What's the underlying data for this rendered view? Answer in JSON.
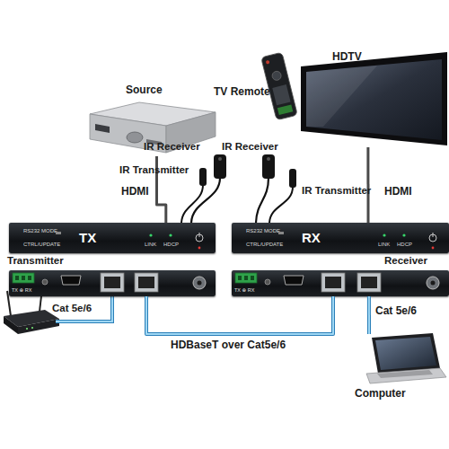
{
  "diagram": {
    "nodes": [
      {
        "text": [
          "Source"
        ]
      },
      {
        "text": [
          "TV Remote"
        ]
      },
      {
        "text": [
          "HDTV"
        ]
      },
      {
        "text": [
          "TX",
          "RS232 MODE",
          "CTRL/UPDATE",
          "LINK",
          "HDCP"
        ]
      },
      {
        "text": [
          "RX",
          "RS232 MODE",
          "CTRL/UPDATE",
          "LINK",
          "HDCP"
        ]
      },
      {
        "text": [
          "Transmitter",
          "TX ⊕ RX"
        ]
      },
      {
        "text": [
          "Receiver",
          "TX ⊕ RX"
        ]
      },
      {
        "text": [
          "Computer"
        ]
      }
    ],
    "edges": [
      {
        "from": 0,
        "to": 3,
        "label": "HDMI",
        "arrow": "none"
      },
      {
        "from": 4,
        "to": 2,
        "label": "HDMI",
        "arrow": "none"
      },
      {
        "from": 5,
        "to": 6,
        "label": "HDBaseT over Cat5e/6",
        "arrow": "none"
      },
      {
        "from": 6,
        "to": 7,
        "label": "Cat 5e/6",
        "arrow": "none"
      }
    ],
    "labels": [
      "IR Receiver",
      "IR Transmitter",
      "IR Receiver",
      "IR Transmitter",
      "Cat 5e/6"
    ]
  }
}
